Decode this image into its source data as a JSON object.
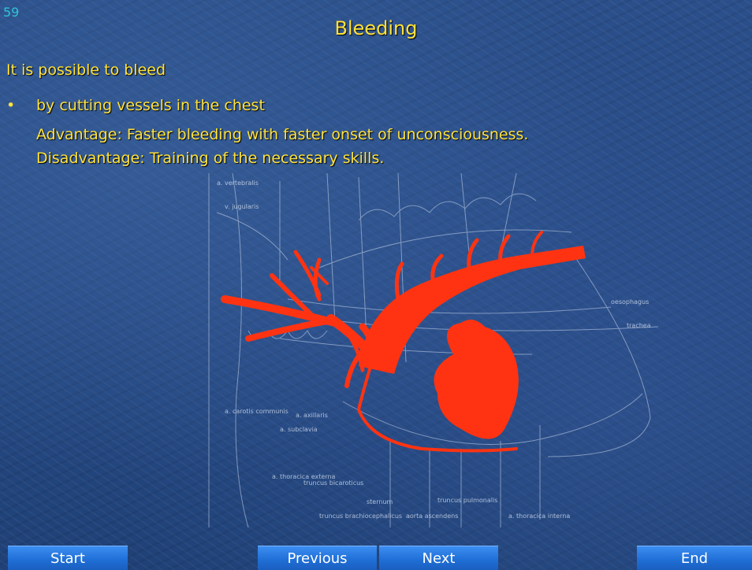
{
  "slide": {
    "number": "59",
    "title": "Bleeding",
    "intro": "It is possible to bleed",
    "bullet_marker": "•",
    "bullet": {
      "text": "by cutting vessels in the chest",
      "advantage": "Advantage: Faster bleeding with faster onset of unconsciousness.",
      "disadvantage": "Disadvantage: Training of the necessary skills."
    },
    "figure_labels": [
      "oesophagus",
      "trachea",
      "truncus brachiocephalicus",
      "aorta ascendens",
      "a. thoracica interna",
      "truncus pulmonalis",
      "sternum",
      "truncus bicaroticus",
      "a. thoracica externa",
      "a. axillaris",
      "a. carotis communis",
      "a. vertebralis",
      "v. jugularis",
      "a. subclavia"
    ]
  },
  "nav": {
    "start": "Start",
    "previous": "Previous",
    "next": "Next",
    "end": "End"
  },
  "colors": {
    "title": "#ffe23a",
    "slide_number": "#2ec4d6",
    "vessel": "#ff3311",
    "nav_button": "#2a7ae2"
  }
}
